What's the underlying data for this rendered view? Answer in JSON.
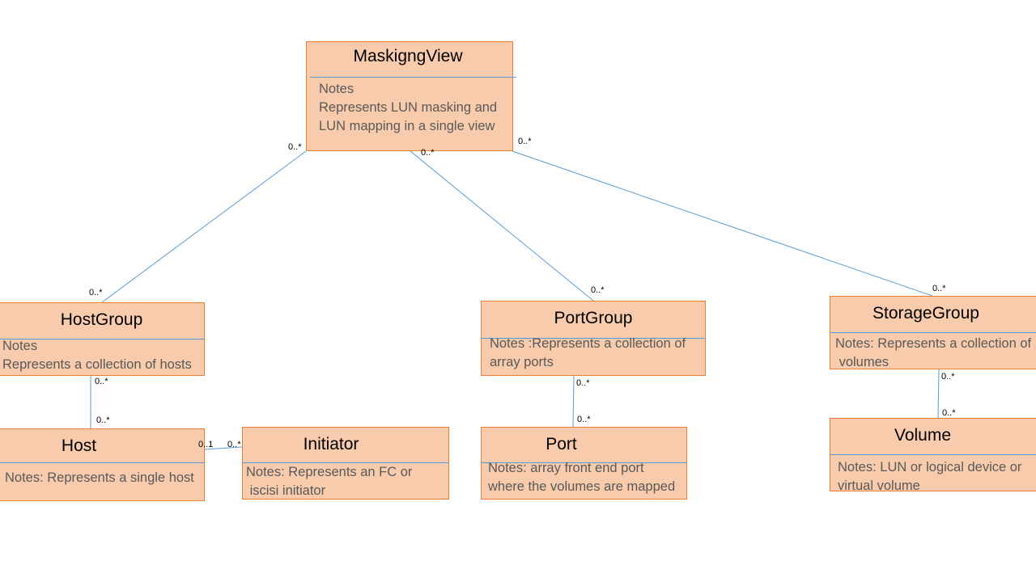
{
  "colors": {
    "class_fill": "#f8cbad",
    "class_border": "#ed7d31",
    "divider": "#5b9bd5",
    "connector": "#5b9bd5",
    "notes_text": "#595959"
  },
  "classes": {
    "masking_view": {
      "name": "MaskigngView",
      "notes": [
        "Notes",
        "Represents LUN masking and",
        "LUN mapping in a single view"
      ]
    },
    "host_group": {
      "name": "HostGroup",
      "notes": [
        "Notes",
        "Represents a collection of hosts"
      ]
    },
    "port_group": {
      "name": "PortGroup",
      "notes": [
        "Notes :Represents a collection of",
        "array ports"
      ]
    },
    "storage_group": {
      "name": "StorageGroup",
      "notes": [
        "Notes: Represents a collection of",
        " volumes"
      ]
    },
    "host": {
      "name": "Host",
      "notes": [
        "Notes: Represents a single host"
      ]
    },
    "initiator": {
      "name": "Initiator",
      "notes": [
        "Notes: Represents an FC or",
        " iscisi initiator"
      ]
    },
    "port": {
      "name": "Port",
      "notes": [
        "Notes: array front end port",
        "where the volumes are mapped"
      ]
    },
    "volume": {
      "name": "Volume",
      "notes": [
        "Notes: LUN or logical device or",
        "virtual volume"
      ]
    }
  },
  "associations": [
    {
      "from": "MaskigngView",
      "to": "HostGroup",
      "from_mult": "0..*",
      "to_mult": "0..*"
    },
    {
      "from": "MaskigngView",
      "to": "PortGroup",
      "from_mult": "0..*",
      "to_mult": "0..*"
    },
    {
      "from": "MaskigngView",
      "to": "StorageGroup",
      "from_mult": "0..*",
      "to_mult": "0..*"
    },
    {
      "from": "HostGroup",
      "to": "Host",
      "from_mult": "0..*",
      "to_mult": "0..*"
    },
    {
      "from": "Host",
      "to": "Initiator",
      "from_mult": "0..1",
      "to_mult": "0..*"
    },
    {
      "from": "PortGroup",
      "to": "Port",
      "from_mult": "0..*",
      "to_mult": "0..*"
    },
    {
      "from": "StorageGroup",
      "to": "Volume",
      "from_mult": "0..*",
      "to_mult": "0..*"
    }
  ]
}
